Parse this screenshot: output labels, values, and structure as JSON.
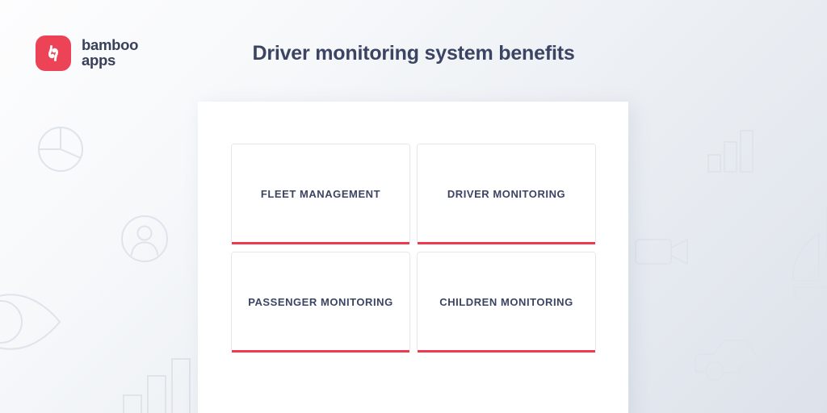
{
  "brand": {
    "logo_icon": "bamboo-leaf-icon",
    "name_line1": "bamboo",
    "name_line2": "apps",
    "accent_color": "#ec4356"
  },
  "header": {
    "title": "Driver monitoring system benefits",
    "title_color": "#3b4463"
  },
  "panel": {
    "background_color": "#ffffff"
  },
  "cards": [
    {
      "label": "FLEET MANAGEMENT",
      "accent_color": "#f0394f"
    },
    {
      "label": "DRIVER MONITORING",
      "accent_color": "#f0394f"
    },
    {
      "label": "PASSENGER MONITORING",
      "accent_color": "#f0394f"
    },
    {
      "label": "CHILDREN MONITORING",
      "accent_color": "#f0394f"
    }
  ],
  "decorations": [
    {
      "icon": "pie-chart-icon",
      "position": "left-upper"
    },
    {
      "icon": "person-circle-icon",
      "position": "left-middle"
    },
    {
      "icon": "eye-icon",
      "position": "left-lower-edge"
    },
    {
      "icon": "bar-chart-icon",
      "position": "left-bottom"
    },
    {
      "icon": "bar-chart-icon",
      "position": "right-upper"
    },
    {
      "icon": "pie-wedge-icon",
      "position": "right-middle-edge"
    },
    {
      "icon": "camera-icon",
      "position": "center-right"
    },
    {
      "icon": "car-icon",
      "position": "right-bottom"
    }
  ],
  "background": {
    "gradient_from": "#fdfdfe",
    "gradient_to": "#dde2ea",
    "decoration_color": "#dfe4eb"
  }
}
